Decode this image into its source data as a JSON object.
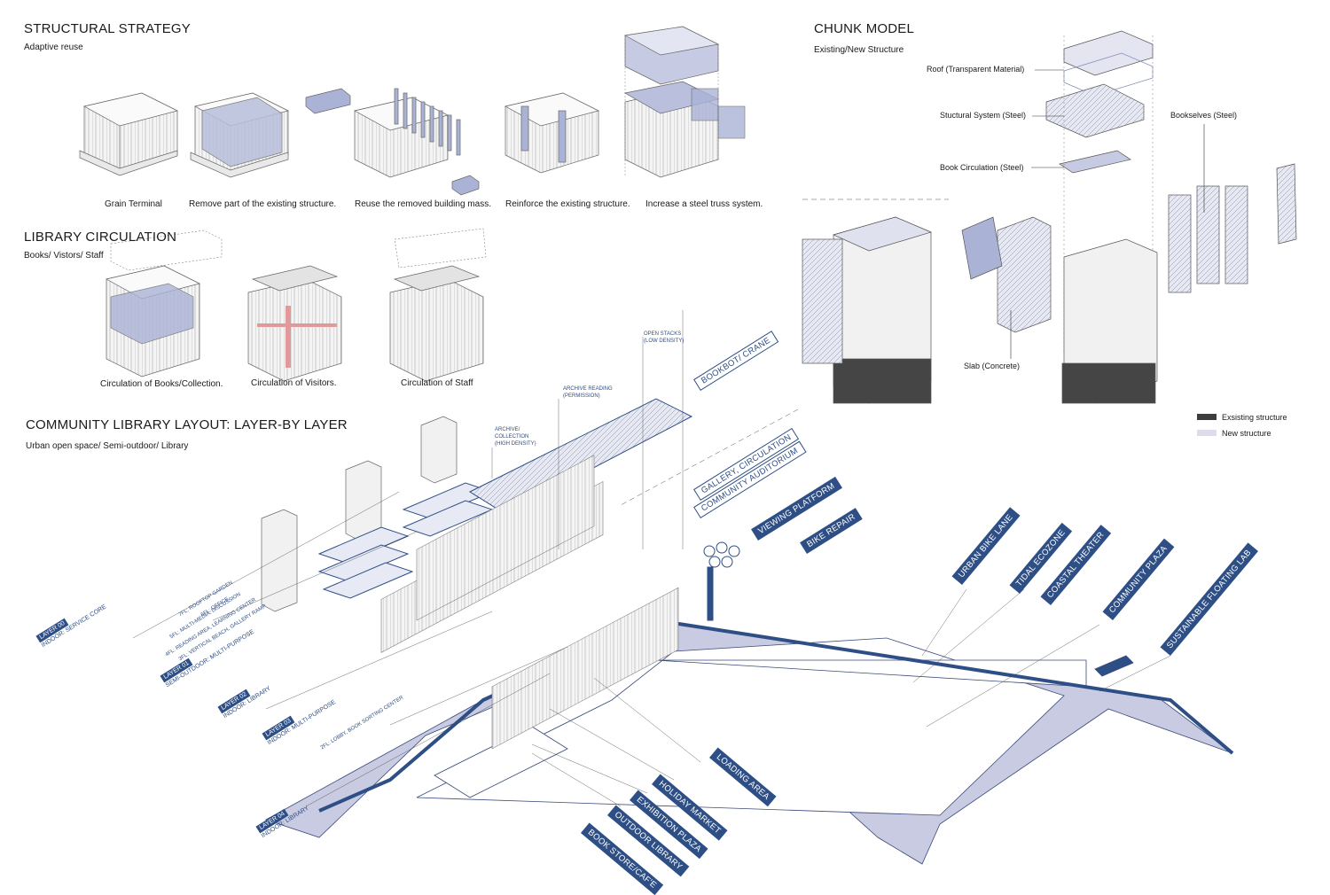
{
  "structural_strategy": {
    "title": "STRUCTURAL STRATEGY",
    "subtitle": "Adaptive reuse",
    "steps": [
      "Grain Terminal",
      "Remove part of the existing structure.",
      "Reuse the removed building mass.",
      "Reinforce the existing structure.",
      "Increase a steel truss system."
    ]
  },
  "chunk_model": {
    "title": "CHUNK MODEL",
    "subtitle": "Existing/New Structure",
    "labels": {
      "roof": "Roof (Transparent Material)",
      "structural": "Stuctural System (Steel)",
      "book_circulation": "Book Circulation (Steel)",
      "bookshelves": "Bookselves (Steel)",
      "slab": "Slab (Concrete)"
    },
    "legend": [
      "Exsisting structure",
      "New structure"
    ],
    "colors": {
      "existing": "#3d3d3d",
      "new": "#dcdcec"
    }
  },
  "library_circulation": {
    "title": "LIBRARY CIRCULATION",
    "subtitle": "Books/ Vistors/ Staff",
    "items": [
      "Circulation of Books/Collection.",
      "Circulation of Visitors.",
      "Circulation of Staff"
    ]
  },
  "community_layout": {
    "title": "COMMUNITY LIBRARY LAYOUT: LAYER-BY LAYER",
    "subtitle": "Urban open space/ Semi-outdoor/ Library",
    "top_labels": {
      "open_stacks": "OPEN STACKS",
      "open_stacks_sub": "(LOW DENSITY)",
      "archive_reading": "ARCHIVE READING",
      "archive_reading_sub": "(PERMISSION)",
      "archive_collection": "ARCHIVE/",
      "archive_collection_2": "COLLECTION",
      "archive_collection_3": "(HIGH DENSITY)"
    },
    "outlined_tags": [
      "BOOKBOT/ CRANE",
      "GALLERY, CIRCULATION",
      "COMMUNITY AUDITORIUM"
    ],
    "filled_tags": [
      "VIEWING PLATFORM",
      "BIKE REPAIR",
      "URBAN BIKE LANE",
      "TIDAL ECOZONE",
      "COASTAL THEATER",
      "COMMUNITY PLAZA",
      "SUSTAINABLE FLOATING LAB",
      "LOADING AREA",
      "HOLIDAY MARKET",
      "EXHIBITION PLAZA",
      "OUTDOOR LIBRARY",
      "BOOK STORE/CAF'E"
    ],
    "layers": [
      {
        "tag": "LAYER 00",
        "desc": "INDOOR: SERVICE CORE"
      },
      {
        "tag": "LAYER 01",
        "desc": "SEMI-OUTDOOR: MULTI-PURPOSE"
      },
      {
        "tag": "LAYER 02",
        "desc": "INDOOR: LIBRARY"
      },
      {
        "tag": "LAYER 03",
        "desc": "INDOOR: MULTI-PURPOSE"
      },
      {
        "tag": "LAYER 04",
        "desc": "INDOOR: LIBRARY"
      }
    ],
    "floor_notes": [
      "7FL: ROOFTOP GARDEN",
      "6FL: OFFICE",
      "5FL: MULTI-MEDIA, DISCUSSION",
      "4FL: READING AREA, LEARNING CENTER",
      "3FL: VERTICAL BEACH, GALLERY RAMP",
      "2FL: LOBBY, BOOK SORTING CENTER"
    ]
  }
}
